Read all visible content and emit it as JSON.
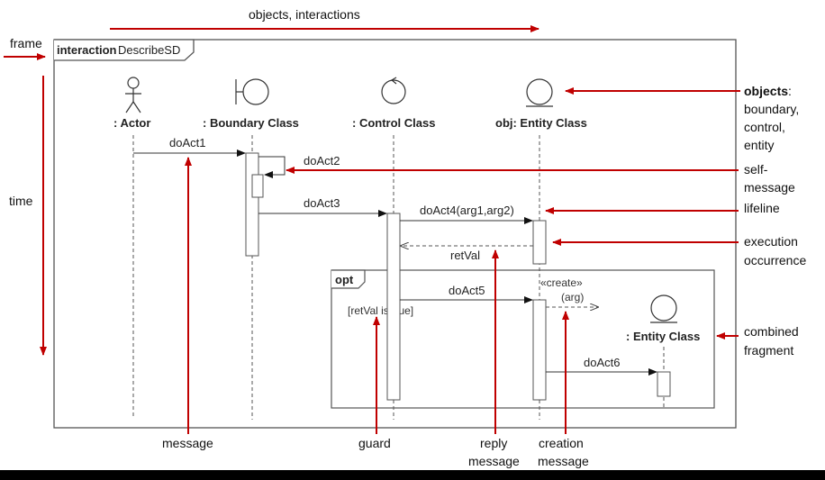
{
  "frame": {
    "keyword": "interaction",
    "name": "DescribeSD"
  },
  "lifelines": {
    "actor": ": Actor",
    "boundary": ": Boundary Class",
    "control": ": Control Class",
    "entity": "obj: Entity Class",
    "created": ": Entity Class"
  },
  "messages": {
    "m1": "doAct1",
    "m2": "doAct2",
    "m3": "doAct3",
    "m4": "doAct4(arg1,arg2)",
    "reply": "retVal",
    "m5": "doAct5",
    "create_stereo": "«create»",
    "create_arg": "(arg)",
    "m6": "doAct6"
  },
  "fragment": {
    "operator": "opt",
    "guard": "[retVal is true]"
  },
  "annotations": {
    "top": "objects, interactions",
    "frame": "frame",
    "time": "time",
    "objects_bold": "objects",
    "objects_colon": ":",
    "objects_l2": "boundary,",
    "objects_l3": "control,",
    "objects_l4": "entity",
    "self_l1": "self-",
    "self_l2": "message",
    "lifeline": "lifeline",
    "exec_l1": "execution",
    "exec_l2": "occurrence",
    "combined_l1": "combined",
    "combined_l2": "fragment",
    "message": "message",
    "guard": "guard",
    "reply_l1": "reply",
    "reply_l2": "message",
    "creation_l1": "creation",
    "creation_l2": "message"
  },
  "colors": {
    "annotation": "#c00000",
    "line": "#444444",
    "footer": "#000000"
  }
}
